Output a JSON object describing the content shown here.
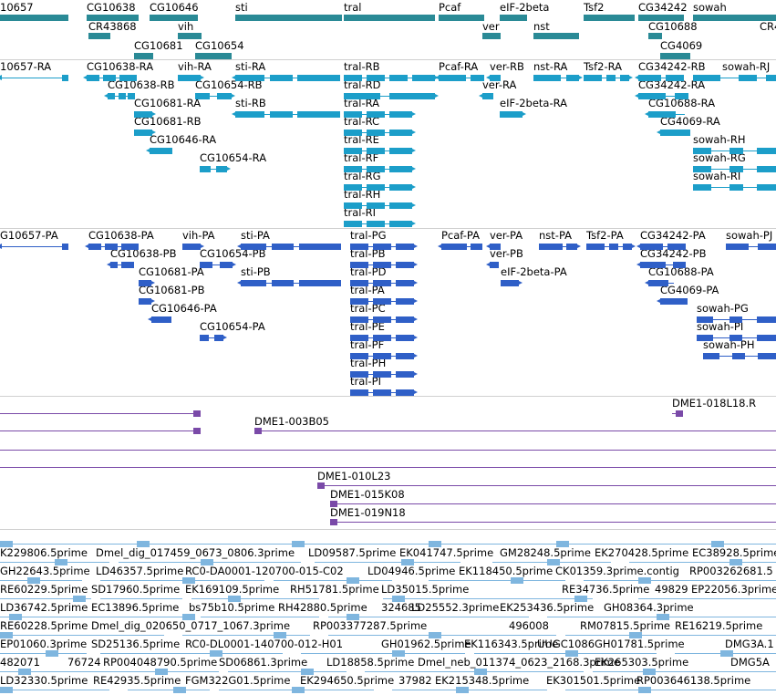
{
  "colors": {
    "gene": "#2a8a96",
    "rna": "#1c9ec9",
    "protein": "#2f5fc7",
    "bac": "#7a4aa8",
    "est": "#7fb6df"
  },
  "genes": [
    {
      "label": "10657"
    },
    {
      "label": "CG10638"
    },
    {
      "label": "CG10646"
    },
    {
      "label": "sti"
    },
    {
      "label": "tral"
    },
    {
      "label": "Pcaf"
    },
    {
      "label": "eIF-2beta"
    },
    {
      "label": "Tsf2"
    },
    {
      "label": "CG34242"
    },
    {
      "label": "sowah"
    },
    {
      "label": "CR43868"
    },
    {
      "label": "vih"
    },
    {
      "label": "ver"
    },
    {
      "label": "nst"
    },
    {
      "label": "CG10688"
    },
    {
      "label": "CR4"
    },
    {
      "label": "CG10681"
    },
    {
      "label": "CG10654"
    },
    {
      "label": "CG4069"
    }
  ],
  "transcripts": [
    {
      "label": "10657-RA"
    },
    {
      "label": "CG10638-RA"
    },
    {
      "label": "vih-RA"
    },
    {
      "label": "sti-RA"
    },
    {
      "label": "tral-RB"
    },
    {
      "label": "Pcaf-RA"
    },
    {
      "label": "ver-RB"
    },
    {
      "label": "nst-RA"
    },
    {
      "label": "Tsf2-RA"
    },
    {
      "label": "CG34242-RB"
    },
    {
      "label": "sowah-RJ"
    },
    {
      "label": "CG10638-RB"
    },
    {
      "label": "CG10654-RB"
    },
    {
      "label": "tral-RD"
    },
    {
      "label": "ver-RA"
    },
    {
      "label": "CG34242-RA"
    },
    {
      "label": "CG10681-RA"
    },
    {
      "label": "sti-RB"
    },
    {
      "label": "tral-RA"
    },
    {
      "label": "eIF-2beta-RA"
    },
    {
      "label": "CG10688-RA"
    },
    {
      "label": "CG10681-RB"
    },
    {
      "label": "tral-RC"
    },
    {
      "label": "CG4069-RA"
    },
    {
      "label": "CG10646-RA"
    },
    {
      "label": "tral-RE"
    },
    {
      "label": "sowah-RH"
    },
    {
      "label": "CG10654-RA"
    },
    {
      "label": "tral-RF"
    },
    {
      "label": "sowah-RG"
    },
    {
      "label": "tral-RG"
    },
    {
      "label": "sowah-RI"
    },
    {
      "label": "tral-RH"
    },
    {
      "label": "tral-RI"
    }
  ],
  "proteins": [
    {
      "label": "G10657-PA"
    },
    {
      "label": "CG10638-PA"
    },
    {
      "label": "vih-PA"
    },
    {
      "label": "sti-PA"
    },
    {
      "label": "tral-PG"
    },
    {
      "label": "Pcaf-PA"
    },
    {
      "label": "ver-PA"
    },
    {
      "label": "nst-PA"
    },
    {
      "label": "Tsf2-PA"
    },
    {
      "label": "CG34242-PA"
    },
    {
      "label": "sowah-PJ"
    },
    {
      "label": "CG10638-PB"
    },
    {
      "label": "CG10654-PB"
    },
    {
      "label": "tral-PB"
    },
    {
      "label": "ver-PB"
    },
    {
      "label": "CG34242-PB"
    },
    {
      "label": "CG10681-PA"
    },
    {
      "label": "sti-PB"
    },
    {
      "label": "tral-PD"
    },
    {
      "label": "eIF-2beta-PA"
    },
    {
      "label": "CG10688-PA"
    },
    {
      "label": "CG10681-PB"
    },
    {
      "label": "tral-PA"
    },
    {
      "label": "CG4069-PA"
    },
    {
      "label": "CG10646-PA"
    },
    {
      "label": "tral-PC"
    },
    {
      "label": "sowah-PG"
    },
    {
      "label": "CG10654-PA"
    },
    {
      "label": "tral-PE"
    },
    {
      "label": "sowah-PI"
    },
    {
      "label": "tral-PF"
    },
    {
      "label": "sowah-PH"
    },
    {
      "label": "tral-PH"
    },
    {
      "label": "tral-PI"
    }
  ],
  "bacs": [
    {
      "label": "DME1-018L18.R"
    },
    {
      "label": "DME1-003B05"
    },
    {
      "label": "DME1-010L23"
    },
    {
      "label": "DME1-015K08"
    },
    {
      "label": "DME1-019N18"
    }
  ],
  "ests": [
    {
      "label": "K229806.5prime"
    },
    {
      "label": "Dmel_dig_017459_0673_0806.3prime"
    },
    {
      "label": "LD09587.5prime"
    },
    {
      "label": "EK041747.5prime"
    },
    {
      "label": "GM28248.5prime"
    },
    {
      "label": "EK270428.5prime"
    },
    {
      "label": "EC38928.5prime"
    },
    {
      "label": "GH22643.5prime"
    },
    {
      "label": "LD46357.5prime"
    },
    {
      "label": "RC0-DA0001-120700-015-C02"
    },
    {
      "label": "LD04946.5prime"
    },
    {
      "label": "EK118450.5prime"
    },
    {
      "label": "CK01359.3prime.contig"
    },
    {
      "label": "RP003262681.5"
    },
    {
      "label": "RE60229.5prime"
    },
    {
      "label": "SD17960.5prime"
    },
    {
      "label": "EK169109.5prime"
    },
    {
      "label": "RH51781.5prime"
    },
    {
      "label": "LD35015.5prime"
    },
    {
      "label": "RE34736.5prime"
    },
    {
      "label": "49829"
    },
    {
      "label": "EP22056.3prime"
    },
    {
      "label": "LD36742.5prime"
    },
    {
      "label": "EC13896.5prime"
    },
    {
      "label": "bs75b10.5prime"
    },
    {
      "label": "RH42880.5prime"
    },
    {
      "label": "324685"
    },
    {
      "label": "LD25552.3prime"
    },
    {
      "label": "EK253436.5prime"
    },
    {
      "label": "GH08364.3prime"
    },
    {
      "label": "RE60228.5prime"
    },
    {
      "label": "Dmel_dig_020650_0717_1067.3prime"
    },
    {
      "label": "RP003377287.5prime"
    },
    {
      "label": "496008"
    },
    {
      "label": "RM07815.5prime"
    },
    {
      "label": "RE16219.5prime"
    },
    {
      "label": "EP01060.3prime"
    },
    {
      "label": "SD25136.5prime"
    },
    {
      "label": "RC0-DL0001-140700-012-H01"
    },
    {
      "label": "GH01962.5prime"
    },
    {
      "label": "EK116343.5prime"
    },
    {
      "label": "UUGC1086"
    },
    {
      "label": "GH01781.5prime"
    },
    {
      "label": "DMG3A.1"
    },
    {
      "label": "482071"
    },
    {
      "label": "76724"
    },
    {
      "label": "RP004048790.5prime"
    },
    {
      "label": "SD06861.3prime"
    },
    {
      "label": "LD18858.5prime"
    },
    {
      "label": "Dmel_neb_011374_0623_2168.3prime"
    },
    {
      "label": "EK265303.5prime"
    },
    {
      "label": "DMG5A"
    },
    {
      "label": "LD32330.5prime"
    },
    {
      "label": "RE42935.5prime"
    },
    {
      "label": "FGM322G01.5prime"
    },
    {
      "label": "EK294650.5prime"
    },
    {
      "label": "37982"
    },
    {
      "label": "EK215348.5prime"
    },
    {
      "label": "EK301501.5prime"
    },
    {
      "label": "RP003646138.5prime"
    }
  ]
}
